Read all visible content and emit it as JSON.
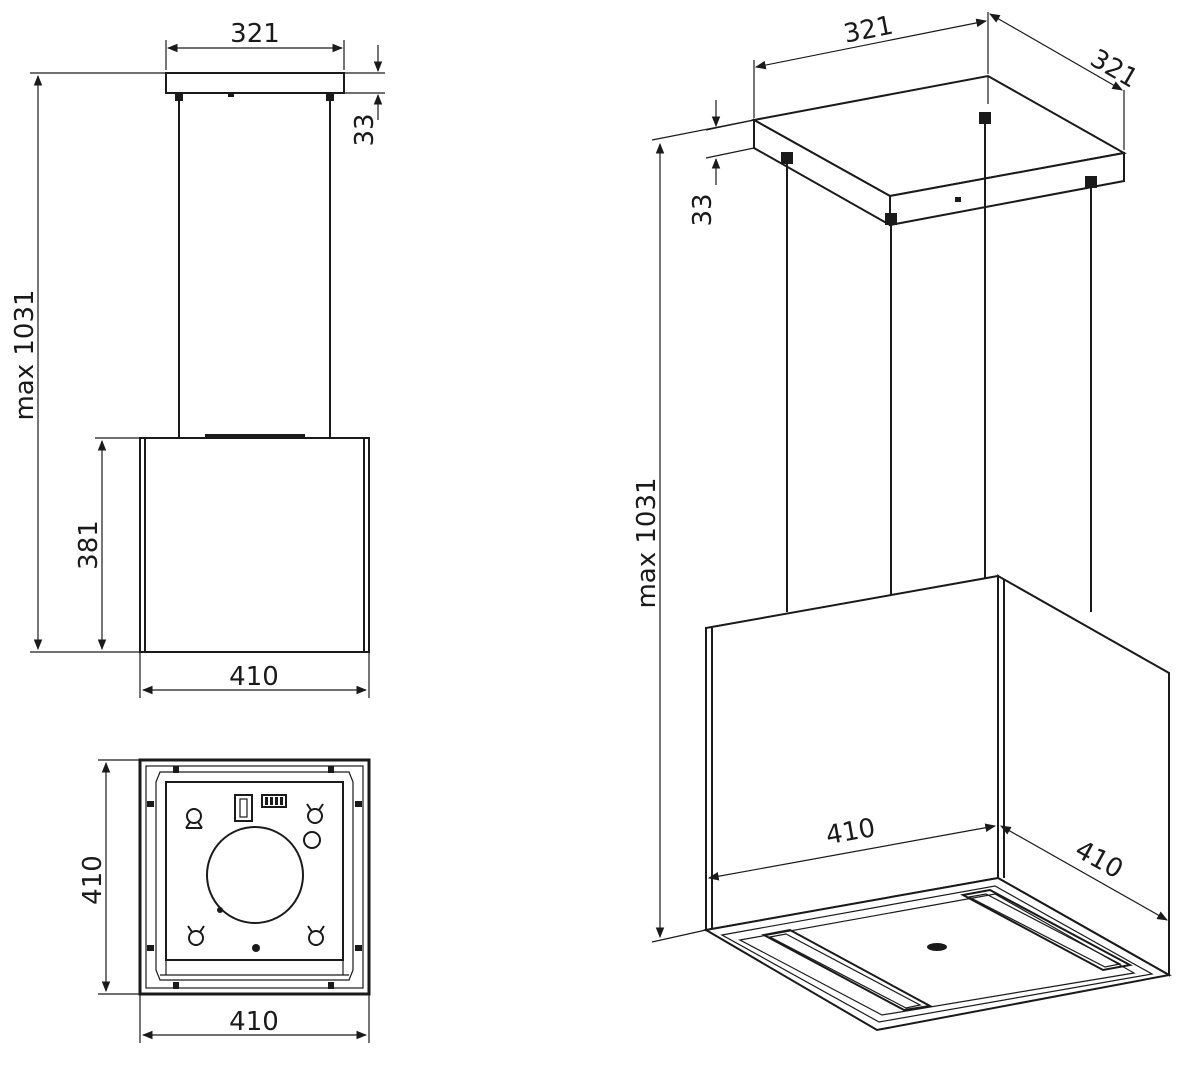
{
  "colors": {
    "line": "#1a1a1a",
    "background": "#ffffff"
  },
  "front_view": {
    "top_width": "321",
    "plate_height": "33",
    "total_height": "max  1031",
    "body_height": "381",
    "body_width": "410"
  },
  "bottom_view": {
    "height": "410",
    "width": "410"
  },
  "iso_view": {
    "top_width": "321",
    "top_depth": "321",
    "plate_height": "33",
    "total_height": "max  1031",
    "body_width": "410",
    "body_depth": "410"
  }
}
